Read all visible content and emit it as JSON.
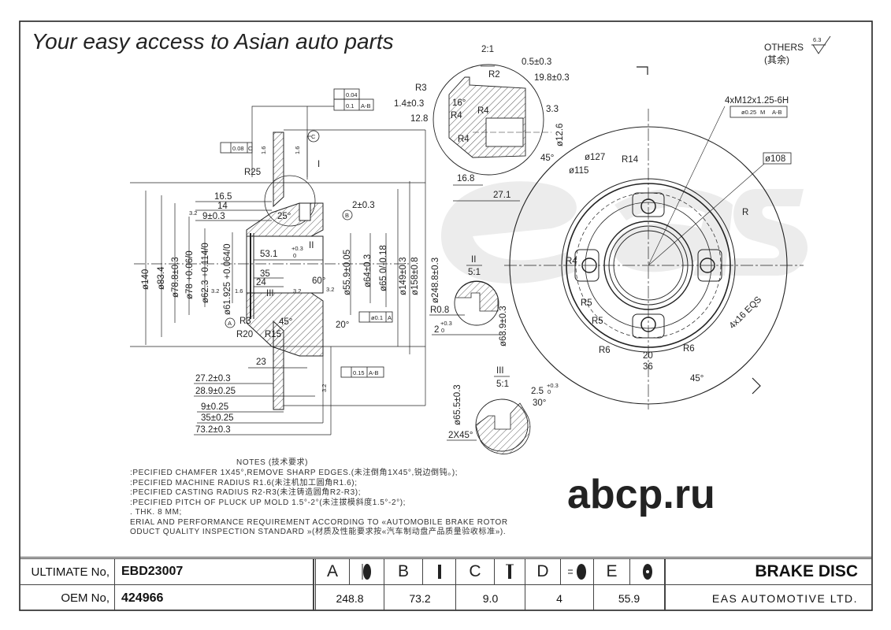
{
  "watermark": {
    "slogan": "Your easy access to Asian auto parts",
    "brand": "eas",
    "site": "abcp.ru"
  },
  "others": {
    "label": "OTHERS",
    "roughness": "6.3",
    "cn": "(其余)"
  },
  "section": {
    "r25": "R25",
    "d16_5": "16.5",
    "d14": "14",
    "d9": "9±0.3",
    "ra32a": "3.2",
    "ra32b": "3.2",
    "ra32c": "3.2",
    "ra32d": "3.2",
    "ra32e": "3.2",
    "ra16a": "1.6",
    "ra16b": "1.6",
    "ra16c": "1.6",
    "d53": "53.1",
    "d53tol_up": "+0.3",
    "d53tol_lo": "0",
    "d35": "35",
    "d24": "24",
    "dia140": "ø140",
    "dia83": "ø83.4",
    "dia78_8": "ø78.8±0.3",
    "dia78": "ø78 +0.06/0",
    "dia62": "ø62.3 +0.114/0",
    "dia61": "ø61.925 +0.064/0",
    "r3": "R3",
    "datum_a": "A",
    "r20": "R20",
    "r15": "R15",
    "ang45": "45°",
    "ang20": "20°",
    "ang25": "25°",
    "ang60": "60°",
    "d23": "23",
    "d27": "27.2±0.3",
    "d28": "28.9±0.25",
    "d9b": "9±0.25",
    "d35b": "35±0.25",
    "d73": "73.2±0.3",
    "d2": "2±0.3",
    "datum_b": "B",
    "datum_c": "C",
    "dia55": "ø55.9±0.05",
    "dia64": "ø64±0.3",
    "dia65": "ø65 0/-0.18",
    "dia149": "ø149±0.3",
    "dia158": "ø158±0.8",
    "dia248": "ø248.8±0.3",
    "ref_i": "I",
    "ref_ii": "II",
    "ref_iii": "III",
    "tol_flat": "0.04",
    "tol_runout": "0.1",
    "tol_runout_ref": "A-B",
    "tol_par": "0.08",
    "tol_par_ref": "C",
    "tol_conc": "ø0.1",
    "tol_conc_ref": "A",
    "tol_run2": "0.15",
    "tol_run2_ref": "A-B"
  },
  "detail_i": {
    "scale": "2:1",
    "d05": "0.5±0.3",
    "r2": "R2",
    "d19": "19.8±0.3",
    "r3": "R3",
    "d14": "1.4±0.3",
    "ang16": "16°",
    "r4a": "R4",
    "d12_8": "12.8",
    "r4b": "R4",
    "r4c": "R4",
    "d3_3": "3.3",
    "dia12_6": "ø12.6",
    "ang45": "45°",
    "d16_8": "16.8",
    "d27_1": "27.1"
  },
  "detail_ii": {
    "name": "II",
    "scale": "5:1",
    "r08": "R0.8",
    "d2": "2",
    "d2tol_up": "+0.3",
    "d2tol_lo": "0",
    "dia63": "ø63.9±0.3"
  },
  "detail_iii": {
    "name": "III",
    "scale": "5:1",
    "dia65": "ø65.5±0.3",
    "d25": "2.5",
    "d25tol_up": "+0.3",
    "d25tol_lo": "0",
    "ang30": "30°",
    "chamfer": "2X45°"
  },
  "face": {
    "thread": "4xM12x1.25-6H",
    "pos_tol": "ø0.25",
    "pos_mod": "M",
    "pos_ref": "A-B",
    "dia108": "ø108",
    "dia127": "ø127",
    "dia115": "ø115",
    "r14": "R14",
    "r": "R",
    "r4": "R4",
    "r5a": "R5",
    "r5b": "R5",
    "r6a": "R6",
    "r6b": "R6",
    "d20": "20",
    "d36": "36",
    "ang45": "45°",
    "eqs": "4x16 EQS"
  },
  "notes": {
    "title": "NOTES (技术要求)",
    "lines": [
      ":PECIFIED CHAMFER 1X45°,REMOVE SHARP EDGES.(未注倒角1X45°,锐边倒钝。);",
      ":PECIFIED MACHINE RADIUS R1.6(未注机加工圆角R1.6);",
      ":PECIFIED CASTING RADIUS R2-R3(未注铸造圆角R2-R3);",
      ":PECIFIED PITCH OF PLUCK UP MOLD 1.5°-2°(未注拔模斜度1.5°-2°);",
      ". THK. 8 MM;",
      "ERIAL AND PERFORMANCE REQUIREMENT ACCORDING TO «AUTOMOBILE BRAKE ROTOR",
      "ODUCT QUALITY INSPECTION STANDARD »(材质及性能要求按«汽车制动盘产品质量验收标准»)."
    ]
  },
  "titleblock": {
    "ultimate_label": "ULTIMATE No,",
    "ultimate_value": "EBD23007",
    "oem_label": "OEM No,",
    "oem_value": "424966",
    "columns": [
      {
        "letter": "A",
        "icon": "disc-diameter-icon",
        "value": "248.8"
      },
      {
        "letter": "B",
        "icon": "disc-height-icon",
        "value": "73.2"
      },
      {
        "letter": "C",
        "icon": "disc-thickness-icon",
        "value": "9.0"
      },
      {
        "letter": "D",
        "icon": "bolt-holes-icon",
        "value": "4"
      },
      {
        "letter": "E",
        "icon": "center-bore-icon",
        "value": "55.9"
      }
    ],
    "product": "BRAKE DISC",
    "company": "EAS AUTOMOTIVE LTD."
  }
}
